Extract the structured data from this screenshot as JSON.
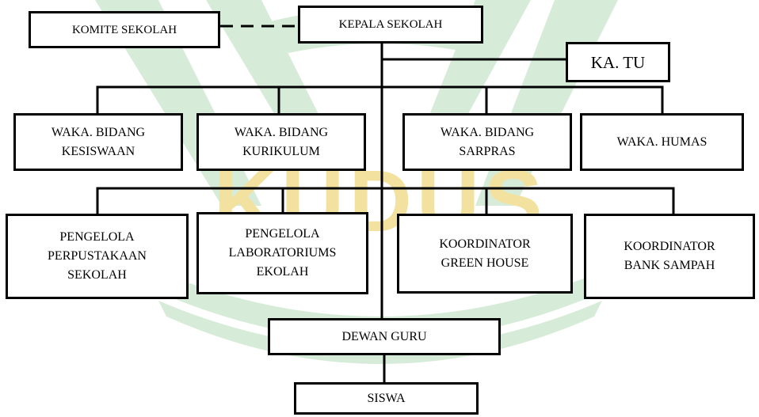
{
  "organization_chart": {
    "top": {
      "kepala_sekolah": "KEPALA SEKOLAH",
      "komite_sekolah": "KOMITE SEKOLAH",
      "ka_tu": "KA. TU"
    },
    "waka": {
      "kesiswaan": "WAKA. BIDANG\nKESISWAAN",
      "kurikulum": "WAKA. BIDANG\nKURIKULUM",
      "sarpras": "WAKA. BIDANG\nSARPRAS",
      "humas": "WAKA. HUMAS"
    },
    "coordinators": {
      "perpustakaan": "PENGELOLA\nPERPUSTAKAAN\nSEKOLAH",
      "laboratorium": "PENGELOLA\nLABORATORIUMS\nEKOLAH",
      "green_house": "KOORDINATOR\nGREEN HOUSE",
      "bank_sampah": "KOORDINATOR\nBANK SAMPAH"
    },
    "bottom": {
      "dewan_guru": "DEWAN GURU",
      "siswa": "SISWA"
    }
  },
  "watermark": {
    "text": "KUDUS",
    "logo_color": "#d6ecd9",
    "text_color": "#f3e1a0"
  },
  "colors": {
    "line": "#000000",
    "box_border": "#000000",
    "box_fill": "#ffffff"
  }
}
